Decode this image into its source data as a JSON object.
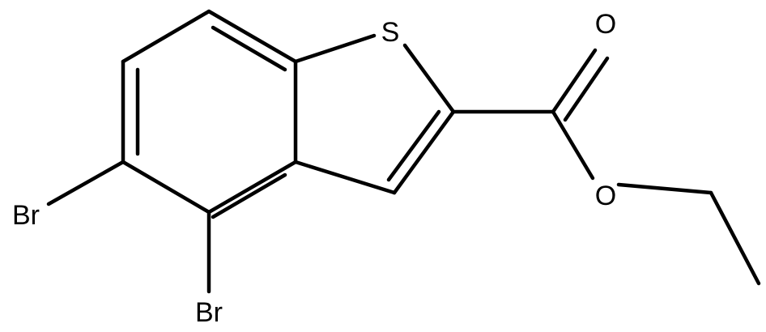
{
  "molecule": {
    "atoms": {
      "sulfur": "S",
      "carbonyl_oxygen": "O",
      "ester_oxygen": "O",
      "bromine_5": "Br",
      "bromine_4": "Br"
    }
  },
  "colors": {
    "bond": "#000000",
    "background": "#ffffff"
  }
}
